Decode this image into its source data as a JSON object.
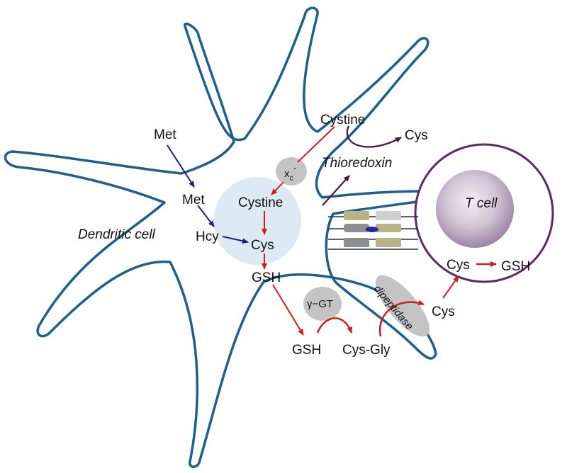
{
  "labels": {
    "dendritic_cell": "Dendritic cell",
    "t_cell": "T cell",
    "met_outer": "Met",
    "met_inner": "Met",
    "hcy": "Hcy",
    "cys_inner": "Cys",
    "cystine_inner": "Cystine",
    "gsh_inner": "GSH",
    "transporter_main": "x",
    "transporter_sub": "c",
    "transporter_sup": "-",
    "cystine_outer": "Cystine",
    "cys_outer_top": "Cys",
    "thioredoxin": "Thioredoxin",
    "ggt": "γ−GT",
    "gsh_outer": "GSH",
    "cys_gly": "Cys-Gly",
    "dipeptidase": "dipeptidase",
    "cys_outer_right": "Cys",
    "cys_tcell": "Cys",
    "gsh_tcell": "GSH"
  },
  "colors": {
    "membrane": "#1f5f8b",
    "nucleus": "#dde9f3",
    "tcell_border": "#5b2a63",
    "tcell_nucleus": "#9d85a6",
    "arrow_red": "#cc1f1f",
    "arrow_blue": "#1d1d8c",
    "arrow_purple": "#3f1748",
    "enzyme_gray": "#c4c4c4",
    "synapse_olive": "#b8b488",
    "synapse_gray": "#8f8f8f",
    "synapse_light": "#cfcfcf",
    "synapse_blue": "#1f2b9c"
  }
}
